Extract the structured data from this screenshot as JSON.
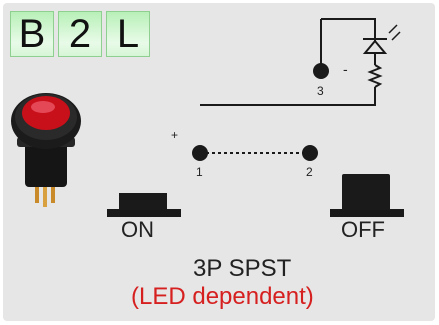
{
  "product_code": [
    "B",
    "2",
    "L"
  ],
  "diagram": {
    "terminals": [
      "1",
      "2",
      "3"
    ],
    "polarity_plus": "+",
    "polarity_minus": "-",
    "on_label": "ON",
    "off_label": "OFF"
  },
  "caption": {
    "line1": "3P SPST",
    "line2": "(LED dependent)"
  },
  "colors": {
    "caption_highlight": "#d62020",
    "code_box_green": "#b8f0b8",
    "switch_cap_red": "#c8101a"
  }
}
